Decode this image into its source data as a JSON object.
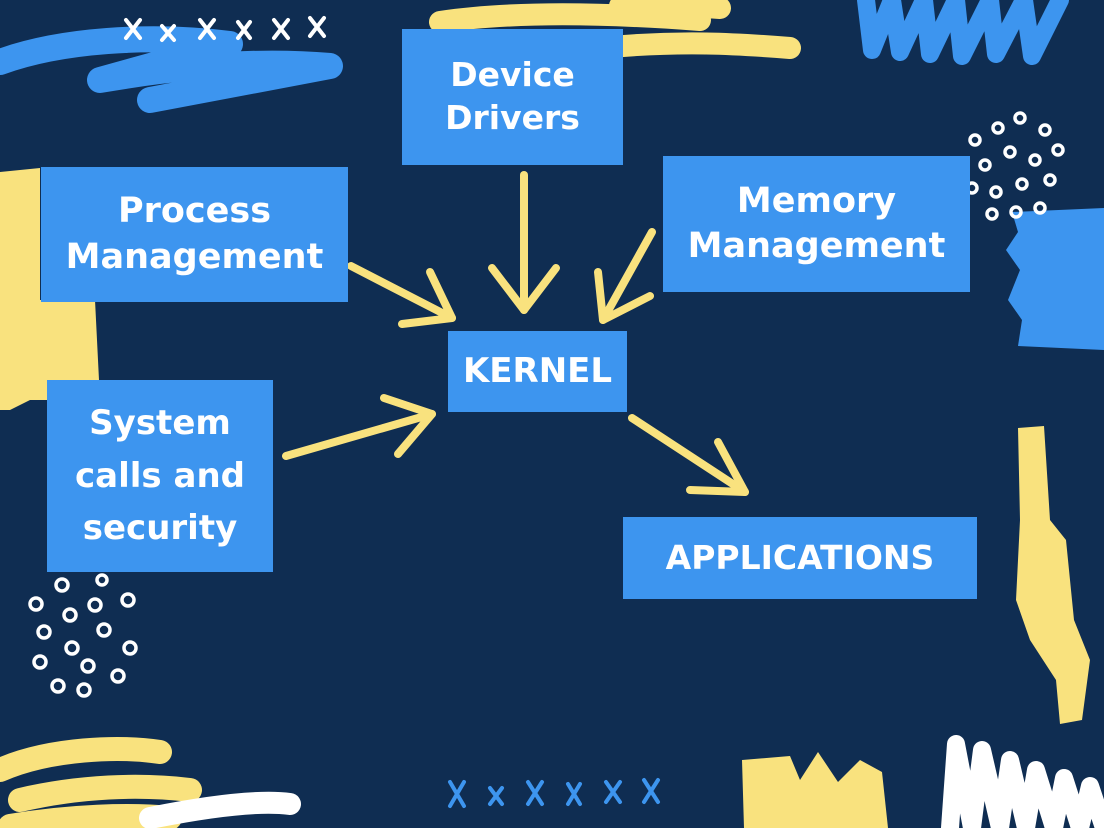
{
  "colors": {
    "background": "#0f2d52",
    "box": "#3d95ef",
    "box_text": "#ffffff",
    "arrow": "#f9e27e",
    "accent_yellow": "#f9e27e",
    "accent_blue": "#3d95ef",
    "accent_white": "#ffffff"
  },
  "nodes": {
    "device_drivers": {
      "lines": [
        "Device",
        "Drivers"
      ]
    },
    "process_management": {
      "lines": [
        "Process",
        "Management"
      ]
    },
    "memory_management": {
      "lines": [
        "Memory",
        "Management"
      ]
    },
    "kernel": {
      "label": "KERNEL"
    },
    "system_calls": {
      "lines": [
        "System",
        "calls and",
        "security"
      ]
    },
    "applications": {
      "label": "APPLICATIONS"
    }
  },
  "edges": [
    {
      "from": "Device Drivers",
      "to": "KERNEL"
    },
    {
      "from": "Process Management",
      "to": "KERNEL"
    },
    {
      "from": "Memory Management",
      "to": "KERNEL"
    },
    {
      "from": "System calls and security",
      "to": "KERNEL"
    },
    {
      "from": "KERNEL",
      "to": "APPLICATIONS"
    }
  ]
}
